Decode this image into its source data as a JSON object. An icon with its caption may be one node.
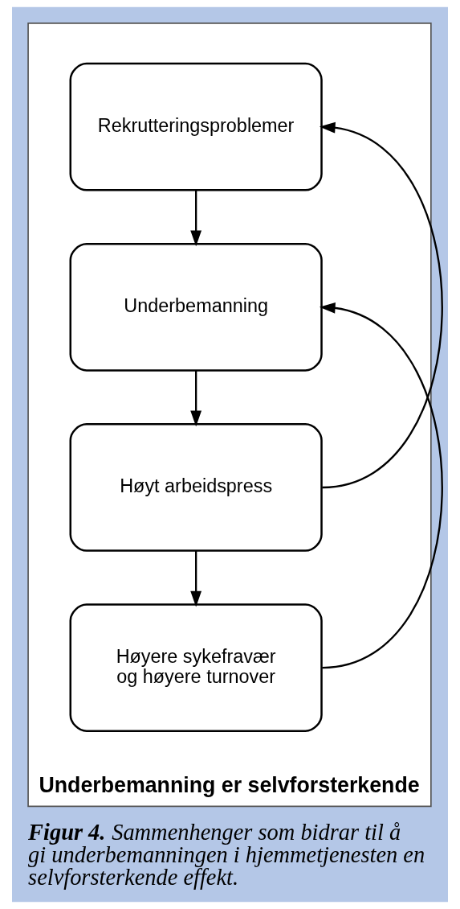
{
  "diagram": {
    "caption": "**Figur 4.** Sammenhenger som bidrar til å gi underbemanningen i hjemmetjenesten en selvforsterkende effekt.",
    "nodes": [
      {
        "text": [
          "Underbemanning er selvforsterkende"
        ]
      },
      {
        "text": [
          "Rekrutteringsproblemer"
        ],
        "in": 0
      },
      {
        "text": [
          "Underbemanning"
        ],
        "in": 0
      },
      {
        "text": [
          "Høyt arbeidspress"
        ],
        "in": 0
      },
      {
        "text": [
          "Høyere sykefravær og høyere turnover"
        ],
        "in": 0
      }
    ],
    "edges": [
      {
        "from": 1,
        "to": 2,
        "arrow": "to"
      },
      {
        "from": 2,
        "to": 3,
        "arrow": "to"
      },
      {
        "from": 3,
        "to": 4,
        "arrow": "to"
      },
      {
        "from": 3,
        "to": 1,
        "arrow": "to"
      },
      {
        "from": 4,
        "to": 2,
        "arrow": "to"
      }
    ]
  }
}
